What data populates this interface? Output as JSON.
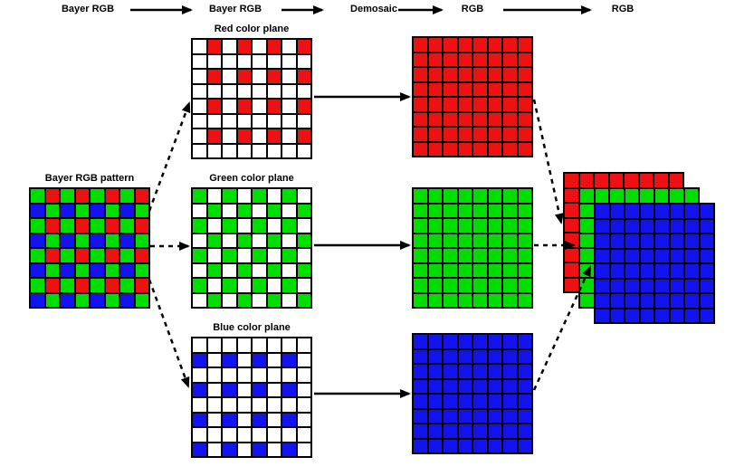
{
  "flow": {
    "steps": [
      "Bayer RGB",
      "Bayer RGB",
      "Demosaic",
      "RGB",
      "RGB"
    ]
  },
  "palette": {
    "R": "#ee1111",
    "G": "#00dd00",
    "B": "#1313f0",
    "W": "#ffffff",
    "line": "#000000"
  },
  "grid_dims": "8x8",
  "bayer": {
    "label": "Bayer RGB pattern",
    "rows": [
      "GRGRGRGR",
      "BGBGBGBG",
      "GRGRGRGR",
      "BGBGBGBG",
      "GRGRGRGR",
      "BGBGBGBG",
      "GRGRGRGR",
      "BGBGBGBG"
    ]
  },
  "planes": [
    {
      "name": "red",
      "label": "Red color plane",
      "rows": [
        "WRWRWRWR",
        "WWWWWWWW",
        "WRWRWRWR",
        "WWWWWWWW",
        "WRWRWRWR",
        "WWWWWWWW",
        "WRWRWRWR",
        "WWWWWWWW"
      ]
    },
    {
      "name": "green",
      "label": "Green color plane",
      "rows": [
        "GWGWGWGW",
        "WGWGWGWG",
        "GWGWGWGW",
        "WGWGWGWG",
        "GWGWGWGW",
        "WGWGWGWG",
        "GWGWGWGW",
        "WGWGWGWG"
      ]
    },
    {
      "name": "blue",
      "label": "Blue color plane",
      "rows": [
        "WWWWWWWW",
        "BWBWBWBW",
        "WWWWWWWW",
        "BWBWBWBW",
        "WWWWWWWW",
        "BWBWBWBW",
        "WWWWWWWW",
        "BWBWBWBW"
      ]
    }
  ],
  "demosaiced": [
    {
      "name": "red",
      "fill": "R"
    },
    {
      "name": "green",
      "fill": "G"
    },
    {
      "name": "blue",
      "fill": "B"
    }
  ],
  "stack": {
    "layers": [
      {
        "name": "red",
        "fill": "R"
      },
      {
        "name": "green",
        "fill": "G"
      },
      {
        "name": "blue",
        "fill": "B"
      }
    ]
  }
}
